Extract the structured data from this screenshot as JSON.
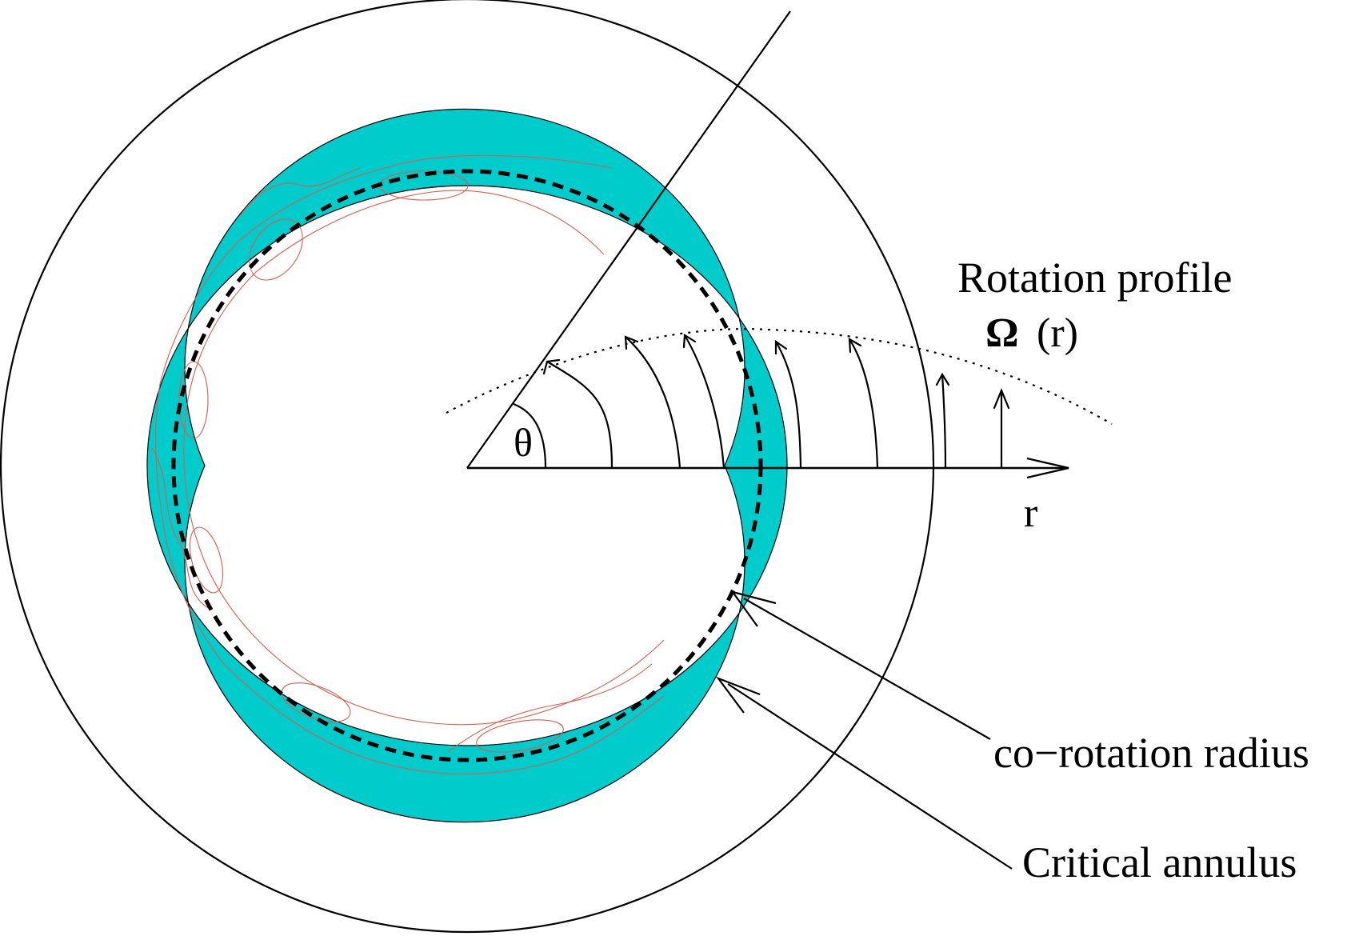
{
  "labels": {
    "rotation_profile": "Rotation profile",
    "omega": "Ω",
    "omega_arg": "(r)",
    "theta": "θ",
    "r_axis": "r",
    "corotation": "co−rotation radius",
    "critical_annulus": "Critical annulus"
  },
  "colors": {
    "annulus_fill": "#00cccc",
    "island_stroke": "#e05a4a",
    "line": "#000000"
  }
}
